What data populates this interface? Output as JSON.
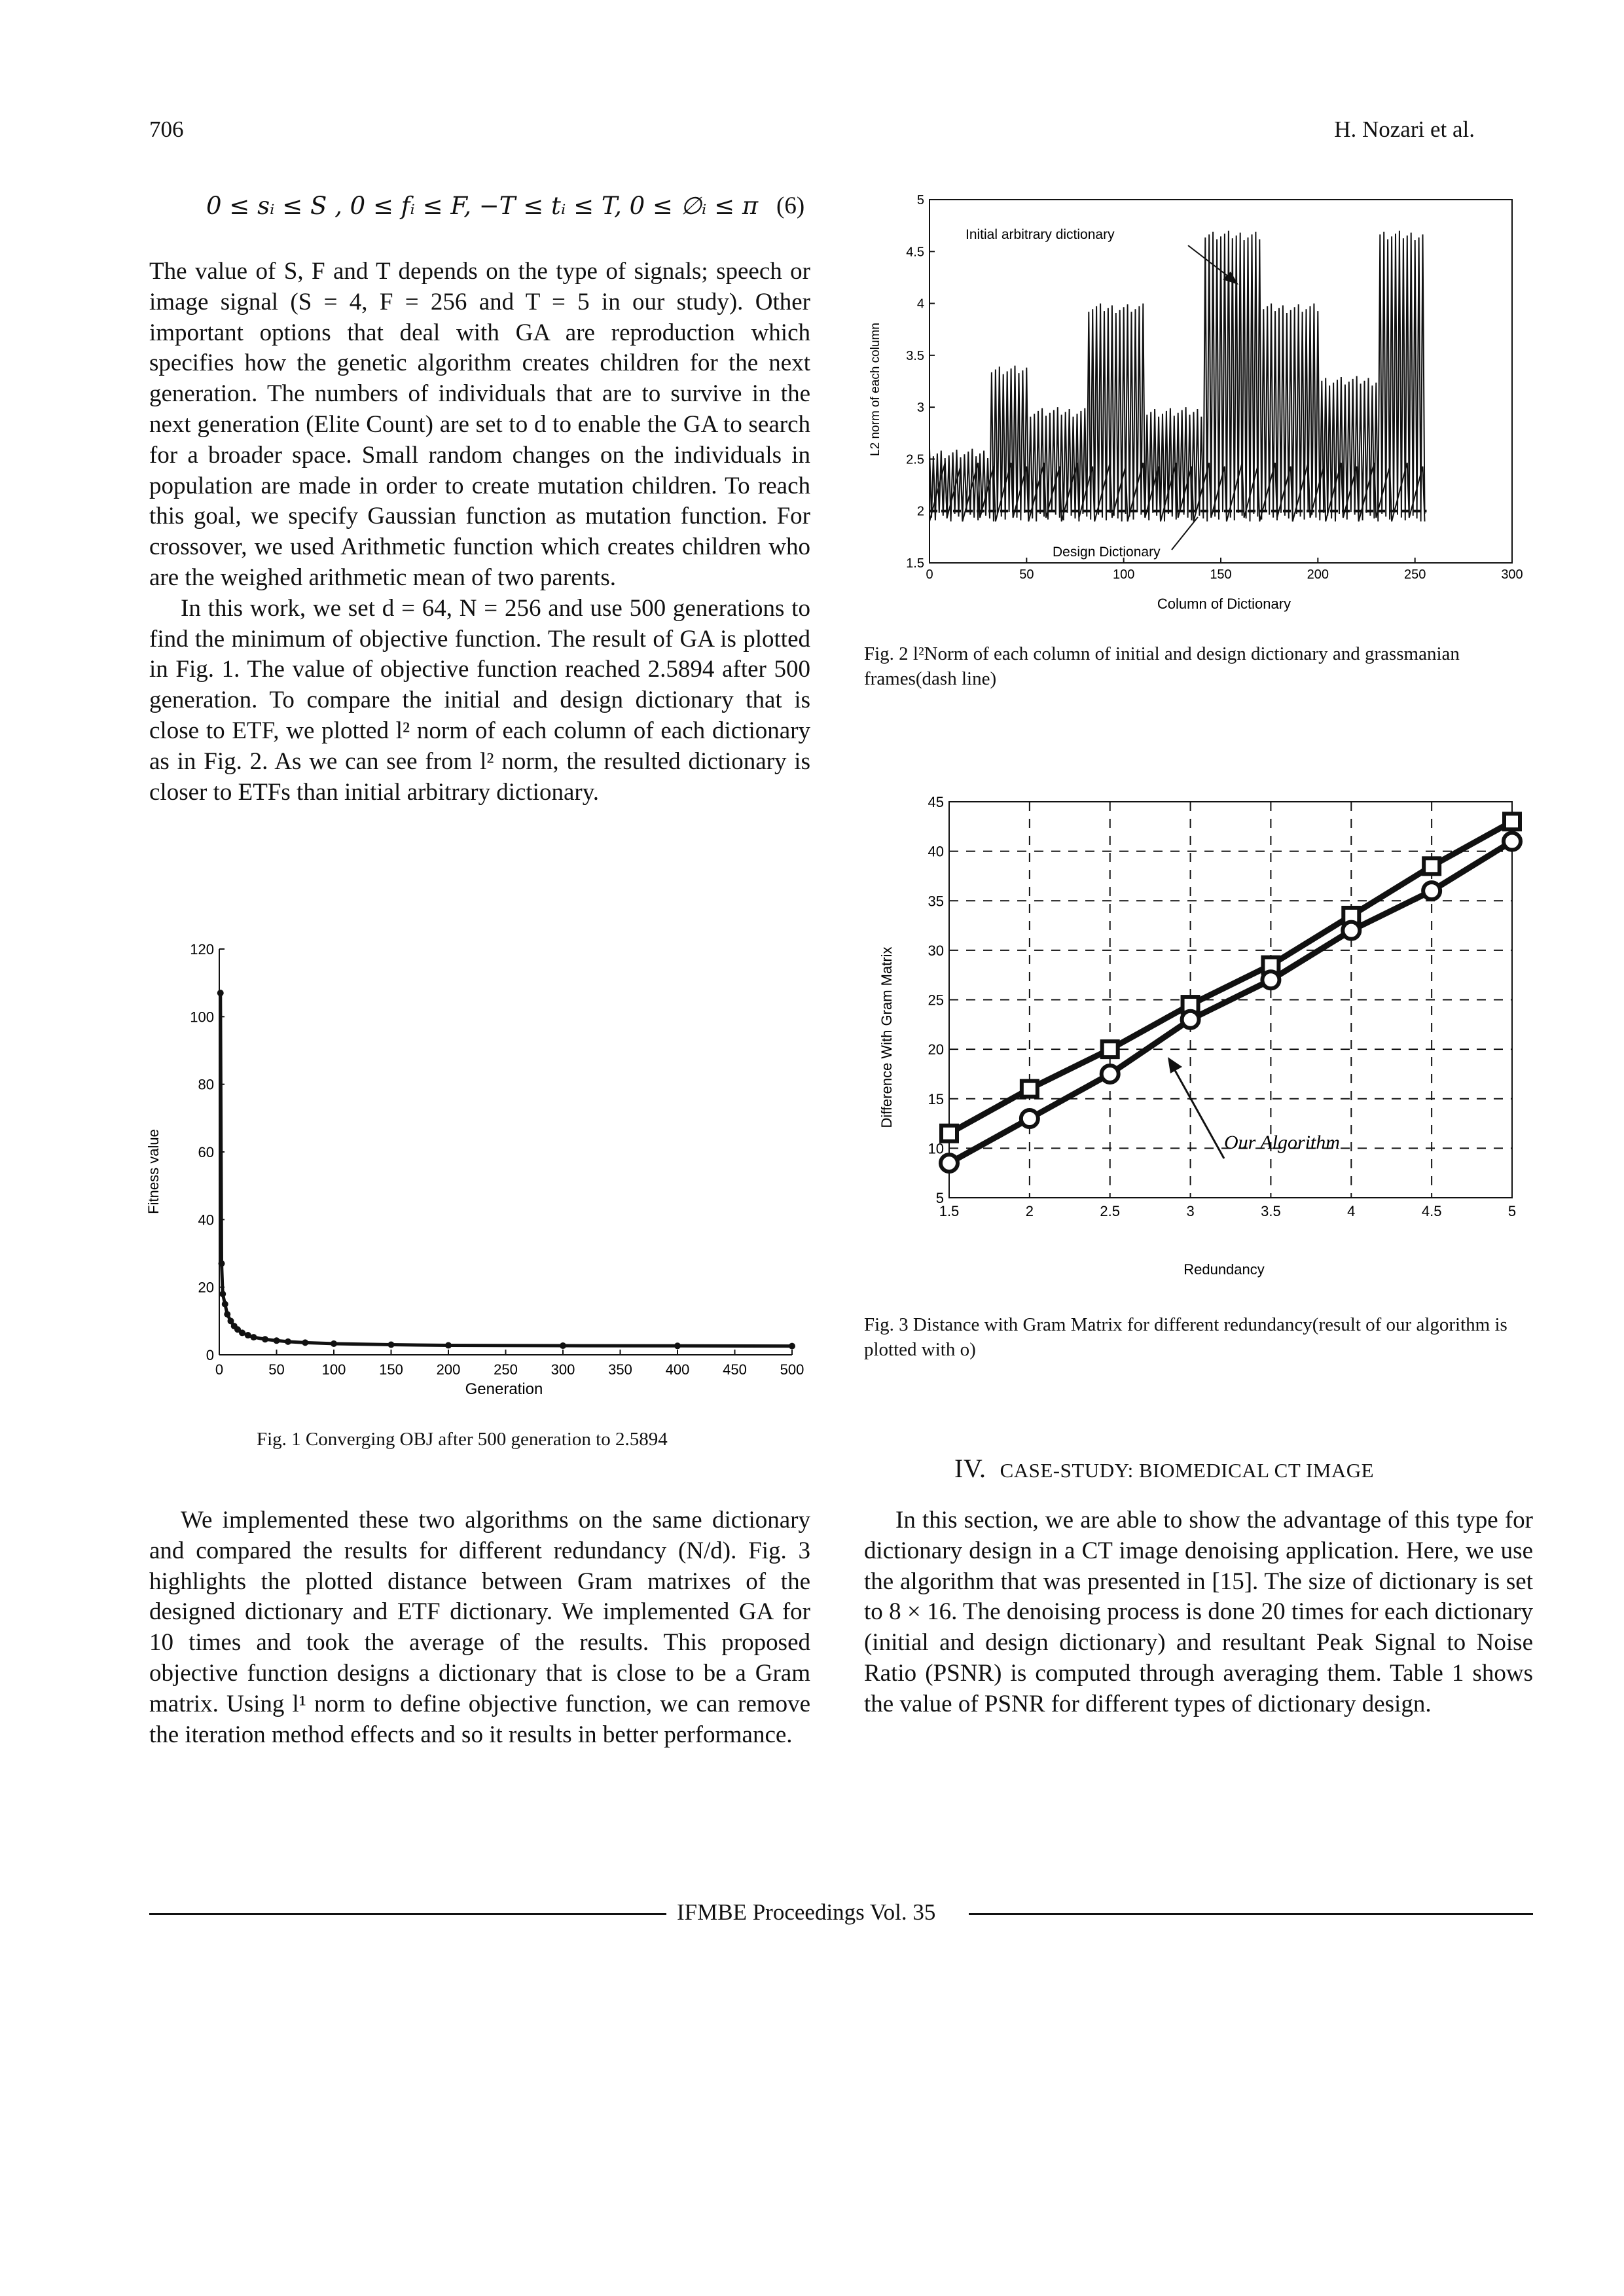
{
  "header": {
    "page_number": "706",
    "authors": "H. Nozari et al."
  },
  "equation": {
    "text": "0 ≤ sᵢ ≤ S , 0 ≤ fᵢ ≤ F, −T ≤ tᵢ ≤ T, 0 ≤ ∅ᵢ ≤ π",
    "number": "(6)"
  },
  "left_column": {
    "p1": "The value of S, F and T depends on the type of signals; speech or image signal (S = 4, F = 256 and T = 5 in our study). Other important options that deal with GA are reproduction which specifies how the genetic algorithm creates children for the next generation. The numbers of individuals that are to survive in the next generation (Elite Count) are set to d to enable the GA to search for a broader space. Small random changes on the individuals in population are made in order to create mutation children. To reach this goal, we specify Gaussian function as mutation function. For crossover, we used Arithmetic function which creates children who are the weighed arithmetic mean of two parents.",
    "p2": "In this work, we set d = 64, N = 256 and use 500 generations to find the minimum of objective function. The result of GA is plotted in Fig. 1. The value of objective function reached 2.5894 after 500 generation. To compare the initial and design dictionary that is close to ETF, we plotted l² norm of each column of each dictionary as in Fig. 2. As we can see from l² norm, the resulted dictionary is closer to ETFs than initial arbitrary dictionary.",
    "p3": "We implemented these two algorithms on the same dictionary and compared the results for different redundancy (N/d). Fig. 3 highlights the plotted distance between Gram matrixes of the designed dictionary and ETF dictionary. We implemented GA for 10 times and took the average of the results. This proposed objective function designs a dictionary that is close to be a Gram matrix. Using l¹ norm to define objective function, we can remove the iteration method effects and so it results in better performance."
  },
  "right_column": {
    "section_num": "IV.",
    "section_title": "CASE-STUDY: BIOMEDICAL CT IMAGE",
    "p1": "In this section, we are able to show the advantage of this type for dictionary design in a CT image denoising application. Here, we use the algorithm that was presented in [15]. The size of dictionary is set to 8 × 16. The denoising process is done 20 times for each dictionary (initial and design dictionary) and resultant Peak Signal to Noise Ratio (PSNR) is computed through averaging them. Table 1 shows the value of PSNR for different types of dictionary design."
  },
  "captions": {
    "fig1": "Fig. 1 Converging OBJ after 500 generation to 2.5894",
    "fig2": "Fig. 2 l²Norm of each column of initial and design dictionary and grassmanian frames(dash line)",
    "fig3": "Fig. 3 Distance with Gram Matrix for different redundancy(result of our algorithm is plotted with o)"
  },
  "footer": {
    "text": "IFMBE Proceedings Vol. 35"
  },
  "chart_data": [
    {
      "id": "fig1",
      "type": "line",
      "xlabel": "Generation",
      "ylabel": "Fitness value",
      "xlim": [
        0,
        500
      ],
      "ylim": [
        0,
        120
      ],
      "xticks": [
        0,
        50,
        100,
        150,
        200,
        250,
        300,
        350,
        400,
        450,
        500
      ],
      "yticks": [
        0,
        20,
        40,
        60,
        80,
        100,
        120
      ],
      "x": [
        1,
        2,
        3,
        5,
        7,
        10,
        13,
        16,
        20,
        25,
        30,
        40,
        50,
        60,
        75,
        100,
        150,
        200,
        300,
        400,
        500
      ],
      "y": [
        107,
        27,
        18,
        15,
        12,
        10,
        8.5,
        7.5,
        6.5,
        5.8,
        5.2,
        4.6,
        4.2,
        3.9,
        3.6,
        3.3,
        3.0,
        2.8,
        2.7,
        2.65,
        2.5894
      ]
    },
    {
      "id": "fig2",
      "type": "line",
      "xlabel": "Column of Dictionary",
      "ylabel": "L2 norm of each column",
      "xlim": [
        0,
        300
      ],
      "ylim": [
        1.5,
        5
      ],
      "xticks": [
        0,
        50,
        100,
        150,
        200,
        250,
        300
      ],
      "yticks": [
        1.5,
        2,
        2.5,
        3,
        3.5,
        4,
        4.5,
        5
      ],
      "annotations": [
        "Initial arbitrary dictionary",
        "Design Dictionary"
      ],
      "reference_line": 2.0,
      "initial_dictionary_segments": [
        {
          "x": [
            0,
            32
          ],
          "low": 1.9,
          "high": 2.6
        },
        {
          "x": [
            32,
            52
          ],
          "low": 1.9,
          "high": 3.4
        },
        {
          "x": [
            52,
            82
          ],
          "low": 1.9,
          "high": 3.0
        },
        {
          "x": [
            82,
            112
          ],
          "low": 1.9,
          "high": 4.0
        },
        {
          "x": [
            112,
            142
          ],
          "low": 1.9,
          "high": 3.0
        },
        {
          "x": [
            142,
            172
          ],
          "low": 1.9,
          "high": 4.7
        },
        {
          "x": [
            172,
            202
          ],
          "low": 1.9,
          "high": 4.0
        },
        {
          "x": [
            202,
            232
          ],
          "low": 1.9,
          "high": 3.3
        },
        {
          "x": [
            232,
            256
          ],
          "low": 1.9,
          "high": 4.7
        }
      ],
      "design_dictionary_range": [
        1.9,
        2.5
      ]
    },
    {
      "id": "fig3",
      "type": "line",
      "xlabel": "Redundancy",
      "ylabel": "Difference With Gram Matrix",
      "xlim": [
        1.5,
        5
      ],
      "ylim": [
        5,
        45
      ],
      "xticks": [
        1.5,
        2,
        2.5,
        3,
        3.5,
        4,
        4.5,
        5
      ],
      "yticks": [
        5,
        10,
        15,
        20,
        25,
        30,
        35,
        40,
        45
      ],
      "annotation": "Our Algorithm",
      "x": [
        1.5,
        2,
        2.5,
        3,
        3.5,
        4,
        4.5,
        5
      ],
      "series": [
        {
          "marker": "square",
          "values": [
            11.5,
            16,
            20,
            24.5,
            28.5,
            33.5,
            38.5,
            43
          ]
        },
        {
          "marker": "circle",
          "values": [
            8.5,
            13,
            17.5,
            23,
            27,
            32,
            36,
            41
          ]
        }
      ]
    }
  ]
}
